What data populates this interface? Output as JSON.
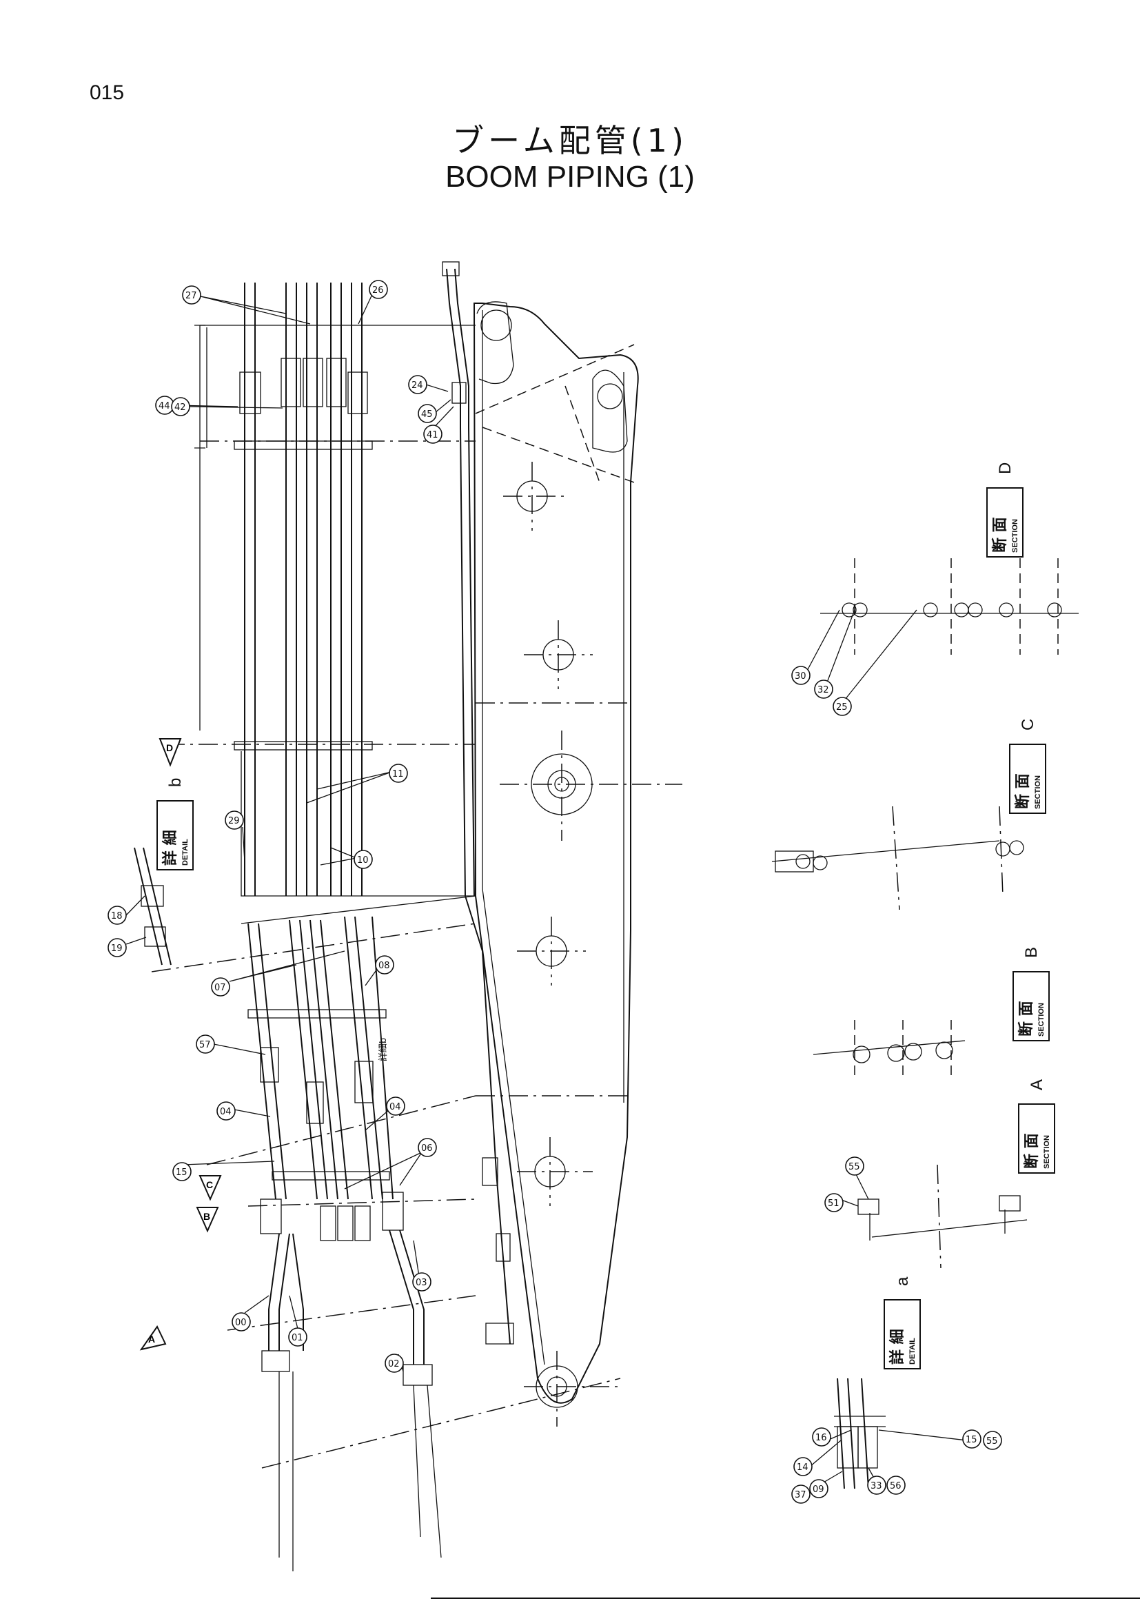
{
  "page": {
    "number": "015"
  },
  "title": {
    "japanese": "ブーム配管(1)",
    "english": "BOOM PIPING (1)"
  },
  "section_labels": [
    {
      "id": "section-d",
      "kanji": "断 面",
      "english": "SECTION",
      "letter": "D"
    },
    {
      "id": "section-c",
      "kanji": "断 面",
      "english": "SECTION",
      "letter": "C"
    },
    {
      "id": "section-b",
      "kanji": "断 面",
      "english": "SECTION",
      "letter": "B"
    },
    {
      "id": "section-a",
      "kanji": "断 面",
      "english": "SECTION",
      "letter": "A"
    },
    {
      "id": "detail-b",
      "kanji": "詳 細",
      "english": "DETAIL",
      "letter": "b"
    },
    {
      "id": "detail-a",
      "kanji": "詳 細",
      "english": "DETAIL",
      "letter": "a"
    }
  ],
  "view_markers": [
    "D",
    "C",
    "B",
    "A"
  ],
  "notes": {
    "detail_ref": "詳細b"
  },
  "callouts": [
    "27",
    "26",
    "44",
    "42",
    "24",
    "45",
    "41",
    "11",
    "29",
    "10",
    "18",
    "19",
    "07",
    "08",
    "57",
    "04",
    "15",
    "06",
    "00",
    "01",
    "03",
    "02",
    "30",
    "32",
    "25",
    "51",
    "55",
    "16",
    "14",
    "37",
    "09",
    "33",
    "56"
  ]
}
